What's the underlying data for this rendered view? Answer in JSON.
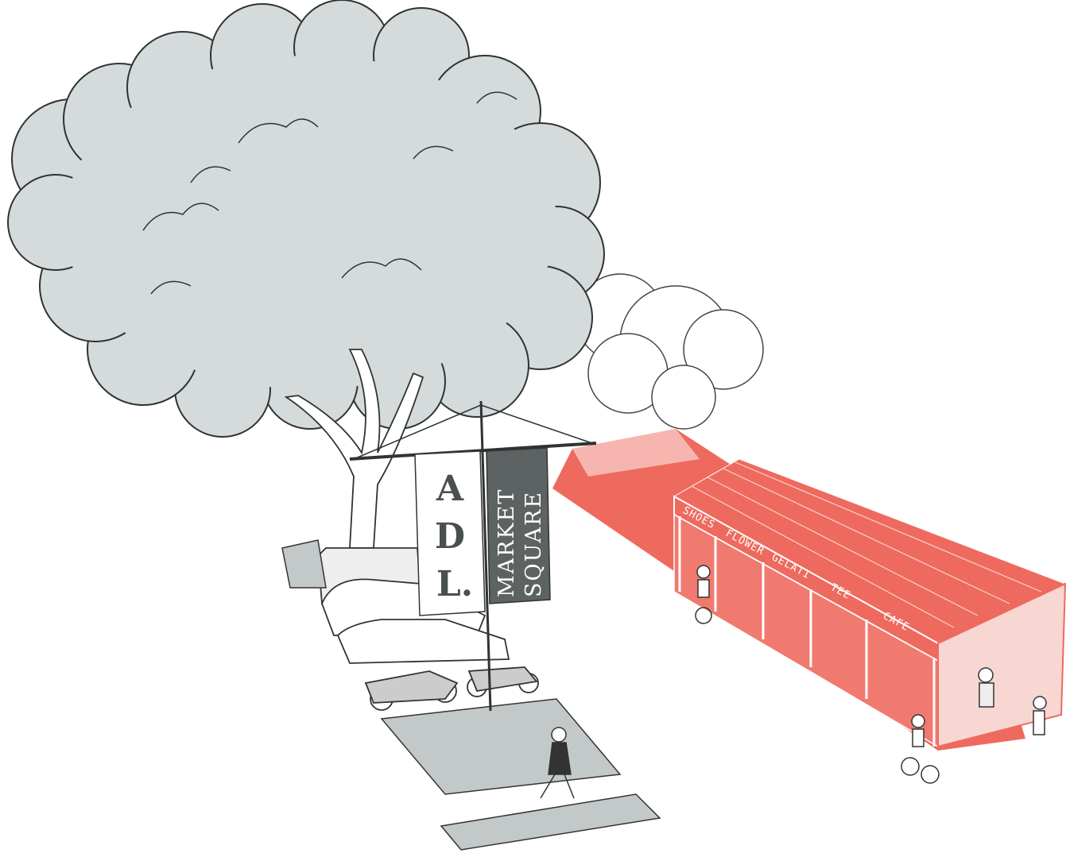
{
  "illustration": {
    "banner_left": {
      "letters": [
        "A",
        "D",
        "L."
      ]
    },
    "banner_right": {
      "line1": "MARKET",
      "line2": "SQUARE"
    },
    "shop_signs": [
      "SHOES",
      "FLOWER",
      "GELATI",
      "TEE",
      "CAFE"
    ]
  },
  "colors": {
    "canopy": "#d5dadb",
    "outline": "#2f3333",
    "market_red": "#ee6a5e",
    "market_light": "#f8c9c3",
    "banner_gray": "#5d6262"
  }
}
